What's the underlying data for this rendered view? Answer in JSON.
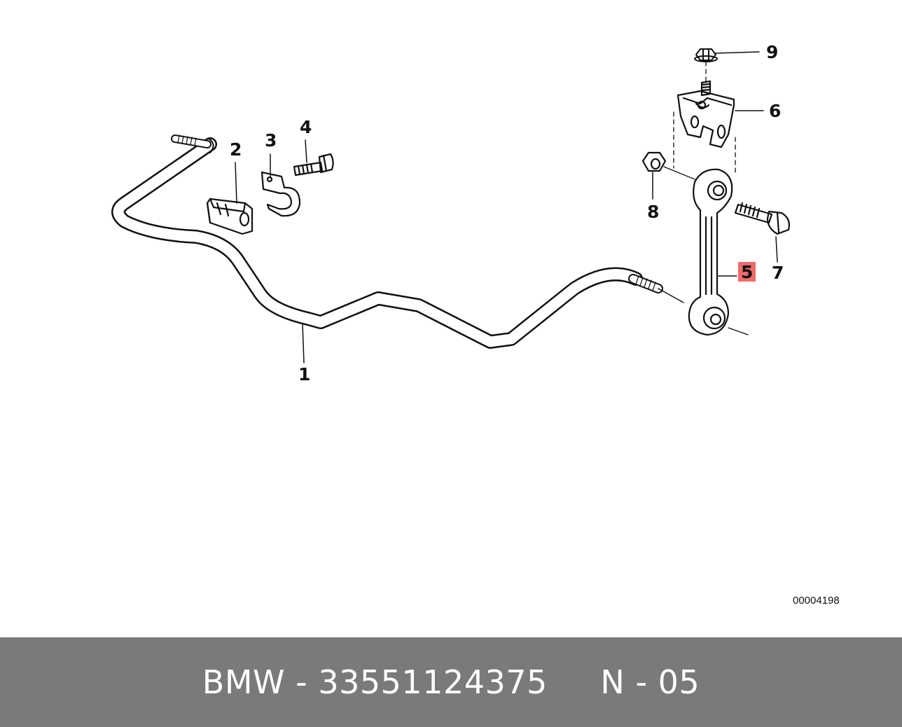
{
  "callouts": {
    "c1": "1",
    "c2": "2",
    "c3": "3",
    "c4": "4",
    "c5": "5",
    "c6": "6",
    "c7": "7",
    "c8": "8",
    "c9": "9"
  },
  "highlight_color": "#f06a6a",
  "image_code": "00004198",
  "footer": {
    "text": "BMW - 33551124375     N - 05",
    "background": "#7a7a7a"
  }
}
